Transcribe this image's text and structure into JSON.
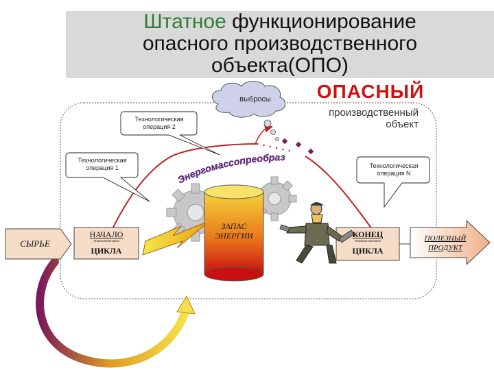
{
  "title": {
    "line1_accent": "Штатное",
    "line1_rest": " функционирование",
    "line2": "опасного производственного",
    "line3": "объекта(ОПО)"
  },
  "danger": {
    "word": "ОПАСНЫЙ",
    "sub1": "производственный",
    "sub2": "объект"
  },
  "emissions_label": "выбросы",
  "operations": {
    "op2": [
      "Технологическая",
      "операция 2"
    ],
    "op1": [
      "Технологическая",
      "операция 1"
    ],
    "opN": [
      "Технологическая",
      "операция N"
    ]
  },
  "energy_arc_text": "Энергомассопреобразование",
  "energy_reserve": [
    "ЗАПАС",
    "ЭНЕРГИИ"
  ],
  "raw_material": "СЫРЬЕ",
  "cycle_start": {
    "top": "НАЧАЛО",
    "middle": "технологического",
    "bottom": "ЦИКЛА"
  },
  "cycle_end": {
    "top": "КОНЕЦ",
    "middle": "технологического",
    "bottom": "ЦИКЛА"
  },
  "product": [
    "ПОЛЕЗНЫЙ",
    "ПРОДУКТ"
  ],
  "colors": {
    "accent_green": "#2e7d32",
    "danger_red": "#d01010",
    "arc_red": "#c02020",
    "arc_purple": "#7a1a5a",
    "cylinder_top": "#f3d23a",
    "cylinder_bottom": "#c81010",
    "box_fill": "#f6ddc8"
  }
}
